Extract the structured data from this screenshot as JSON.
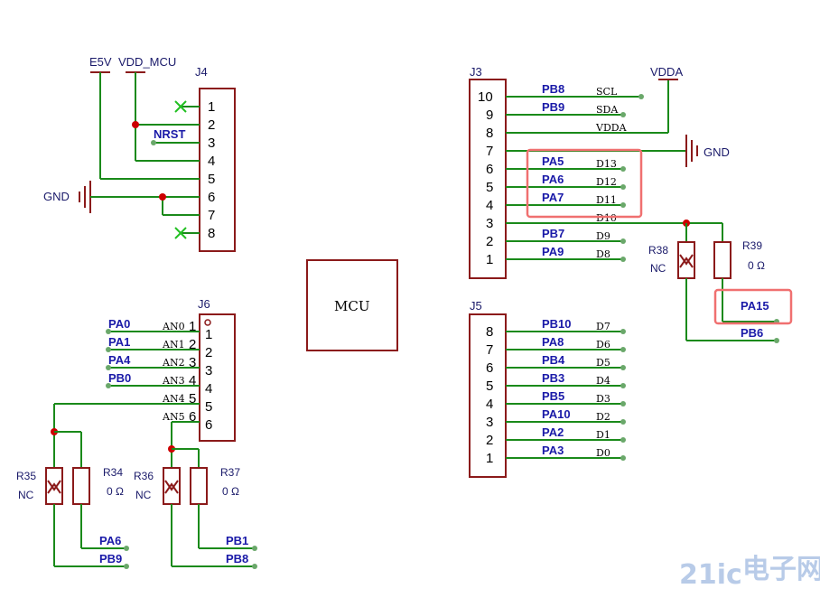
{
  "j4": {
    "ref": "J4",
    "e5v": "E5V",
    "vdd_mcu": "VDD_MCU",
    "nrst": "NRST",
    "gnd": "GND",
    "pins": [
      "1",
      "2",
      "3",
      "4",
      "5",
      "6",
      "7",
      "8"
    ]
  },
  "j3": {
    "ref": "J3",
    "vdda": "VDDA",
    "gnd": "GND",
    "pins": [
      "10",
      "9",
      "8",
      "7",
      "6",
      "5",
      "4",
      "3",
      "2",
      "1"
    ],
    "nets": [
      "PB8",
      "PB9",
      "PA5",
      "PA6",
      "PA7",
      "PB7",
      "PA9"
    ],
    "signals": [
      "SCL",
      "SDA",
      "VDDA",
      "D13",
      "D12",
      "D11",
      "D10",
      "D9",
      "D8"
    ]
  },
  "mcu": {
    "label": "MCU"
  },
  "j6": {
    "ref": "J6",
    "pins": [
      "1",
      "2",
      "3",
      "4",
      "5",
      "6"
    ],
    "nets": [
      "PA0",
      "PA1",
      "PA4",
      "PB0"
    ],
    "signals": [
      "AN0",
      "AN1",
      "AN2",
      "AN3",
      "AN4",
      "AN5"
    ]
  },
  "j5": {
    "ref": "J5",
    "pins": [
      "8",
      "7",
      "6",
      "5",
      "4",
      "3",
      "2",
      "1"
    ],
    "nets": [
      "PB10",
      "PA8",
      "PB4",
      "PB3",
      "PB5",
      "PA10",
      "PA2",
      "PA3"
    ],
    "signals": [
      "D7",
      "D6",
      "D5",
      "D4",
      "D3",
      "D2",
      "D1",
      "D0"
    ]
  },
  "resistors": {
    "r38": "R38",
    "r38_val": "NC",
    "r39": "R39",
    "r39_val": "0 Ω",
    "r35": "R35",
    "r35_val": "NC",
    "r34": "R34",
    "r34_val": "0 Ω",
    "r36": "R36",
    "r36_val": "NC",
    "r37": "R37",
    "r37_val": "0 Ω"
  },
  "right_nets": {
    "pa15": "PA15",
    "pb6": "PB6"
  },
  "bottom_nets": {
    "pa6": "PA6",
    "pb9": "PB9",
    "pb1": "PB1",
    "pb8": "PB8"
  },
  "watermark": {
    "logo": "21ic",
    "sub": "电子网"
  },
  "colors": {
    "wire": "#1a8a1a",
    "part": "#8b1a1a",
    "junction": "#cc0000",
    "net": "#1a1aa8",
    "highlight": "#f07070"
  }
}
